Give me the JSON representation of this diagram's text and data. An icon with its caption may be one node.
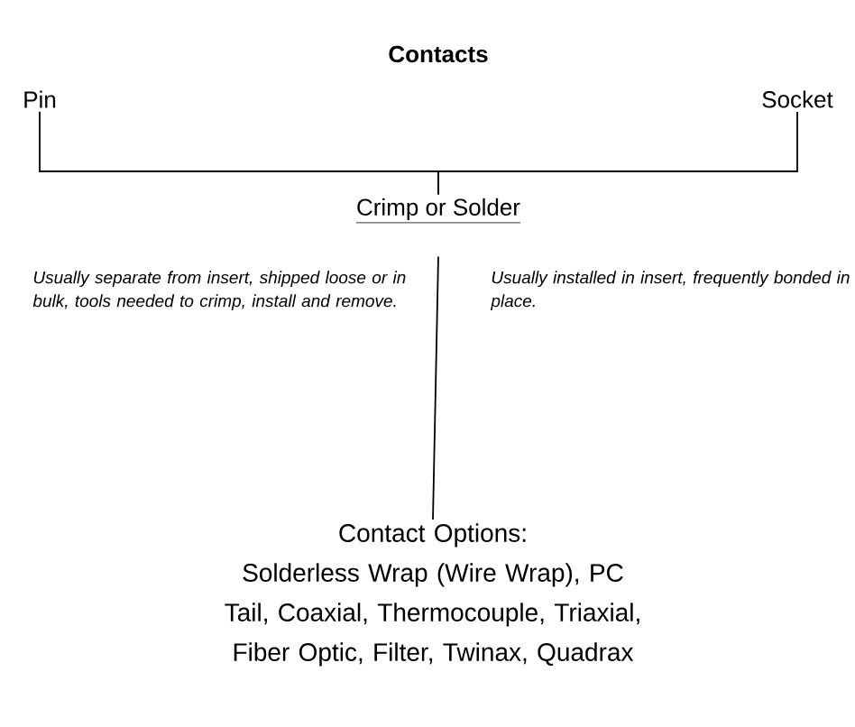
{
  "diagram": {
    "title": "Contacts",
    "nodes": [
      {
        "text": [
          "Pin"
        ]
      },
      {
        "text": [
          "Socket"
        ]
      },
      {
        "text": [
          "Crimp or Solder"
        ]
      },
      {
        "text": [
          "Contact Options:",
          "Solderless Wrap (Wire Wrap), PC Tail, Coaxial, Thermocouple, Triaxial, Fiber Optic, Filter, Twinax, Quadrax"
        ]
      }
    ],
    "edges": [
      {
        "from": 0,
        "to": 2,
        "arrow": "none"
      },
      {
        "from": 1,
        "to": 2,
        "arrow": "none"
      },
      {
        "from": 2,
        "to": 3,
        "arrow": "none"
      }
    ],
    "labels": [
      "Usually separate from insert, shipped loose or in bulk, tools needed to crimp, install and remove.",
      "Usually installed in insert, frequently bonded in place."
    ]
  }
}
